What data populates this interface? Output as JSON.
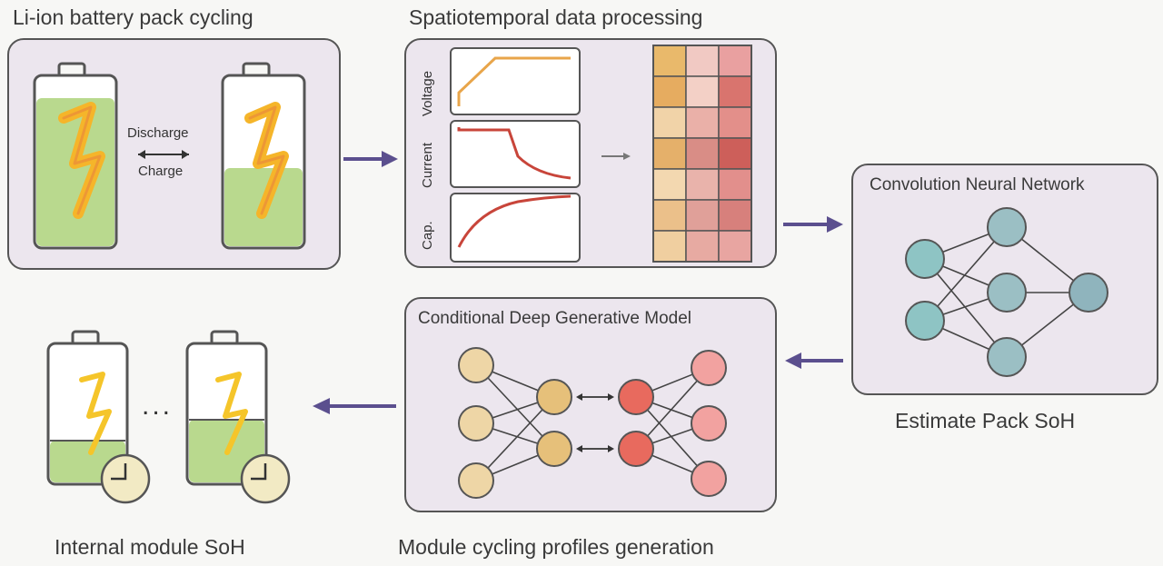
{
  "labels": {
    "cycling_title": "Li-ion battery pack cycling",
    "processing_title": "Spatiotemporal data processing",
    "cnn_title": "Convolution Neural Network",
    "estimate": "Estimate Pack SoH",
    "cdgm_title": "Conditional Deep Generative Model",
    "profiles": "Module cycling profiles generation",
    "internal": "Internal module SoH",
    "discharge": "Discharge",
    "charge": "Charge",
    "voltage": "Voltage",
    "current": "Current",
    "cap": "Cap.",
    "ellipsis": "..."
  },
  "colors": {
    "arrow": "#5b4f8e",
    "panel": "#ece6ee",
    "battery_fill": "#b9d98e",
    "bolt": "#f5b52a",
    "curve_orange": "#e8a54a",
    "curve_red": "#c8453a",
    "node_cnn": "#8ec4c4",
    "node_enc": "#e6c98a",
    "node_dec": "#e86a5e",
    "node_dec_light": "#f2a2a0"
  },
  "heatmap": {
    "rows": 7,
    "cols": 3,
    "colors": [
      [
        "#e9b96b",
        "#f1c9c3",
        "#e9a0a0"
      ],
      [
        "#e6ac60",
        "#f3d0c6",
        "#d9746e"
      ],
      [
        "#f1d3a8",
        "#eab0a8",
        "#e38f8a"
      ],
      [
        "#e5b06a",
        "#d98d86",
        "#cd5f5a"
      ],
      [
        "#f3d8b0",
        "#e9b3ab",
        "#e28f8c"
      ],
      [
        "#ebc08a",
        "#e0a099",
        "#d7807c"
      ],
      [
        "#f0cfa0",
        "#e7aaa2",
        "#e8a5a1"
      ]
    ]
  }
}
